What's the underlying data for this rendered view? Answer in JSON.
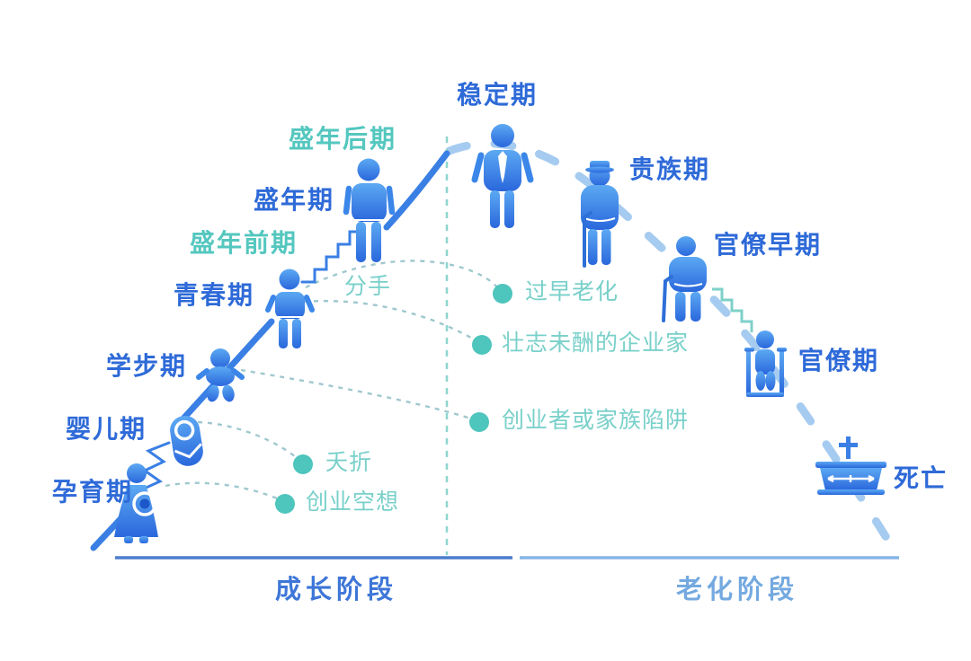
{
  "diagram_title": "corporate-lifecycle-curve",
  "stages": [
    {
      "label": "孕育期",
      "phase": "growth"
    },
    {
      "label": "婴儿期",
      "phase": "growth"
    },
    {
      "label": "学步期",
      "phase": "growth"
    },
    {
      "label": "青春期",
      "phase": "growth"
    },
    {
      "label": "盛年前期",
      "phase": "growth-sub"
    },
    {
      "label": "盛年期",
      "phase": "growth"
    },
    {
      "label": "盛年后期",
      "phase": "growth-sub"
    },
    {
      "label": "稳定期",
      "phase": "aging"
    },
    {
      "label": "贵族期",
      "phase": "aging"
    },
    {
      "label": "官僚早期",
      "phase": "aging"
    },
    {
      "label": "官僚期",
      "phase": "aging"
    },
    {
      "label": "死亡",
      "phase": "aging"
    }
  ],
  "pitfalls": [
    {
      "label": "分手"
    },
    {
      "label": "过早老化"
    },
    {
      "label": "壮志未酬的企业家"
    },
    {
      "label": "创业者或家族陷阱"
    },
    {
      "label": "夭折"
    },
    {
      "label": "创业空想"
    }
  ],
  "phases": {
    "growth": "成长阶段",
    "aging": "老化阶段"
  },
  "colors": {
    "curve_blue": "#3A7FE4",
    "stage_text_blue": "#2E6AD8",
    "stage_text_teal": "#54C7BF",
    "pitfall_text_teal": "#79D0CA",
    "pitfall_dot_teal": "#4EC5BD",
    "descent_dash_blue": "#A6CBF0",
    "divider_teal": "#8ED6CF",
    "axis_dark_blue": "#4C7CCE",
    "axis_light_blue": "#86B5E6",
    "growth_label_blue": "#3E76D8",
    "aging_label_blue": "#74A9E0"
  }
}
